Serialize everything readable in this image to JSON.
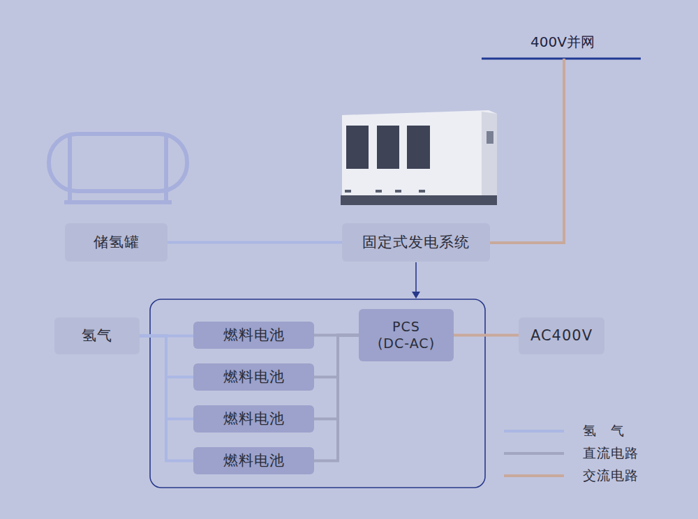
{
  "diagram": {
    "nodes": [
      {
        "text": [
          "储氢罐"
        ]
      },
      {
        "text": [
          "固定式发电系统"
        ]
      },
      {
        "text": [
          "氢气"
        ]
      },
      {
        "text": [
          "燃料电池"
        ]
      },
      {
        "text": [
          "燃料电池"
        ]
      },
      {
        "text": [
          "燃料电池"
        ]
      },
      {
        "text": [
          "燃料电池"
        ]
      },
      {
        "text": [
          "PCS (DC-AC)"
        ]
      },
      {
        "text": [
          "AC400V"
        ]
      }
    ],
    "edges": [
      {
        "from": 0,
        "to": 1,
        "arrow": "none"
      },
      {
        "from": 2,
        "to": 3,
        "arrow": "none"
      },
      {
        "from": 2,
        "to": 4,
        "arrow": "none"
      },
      {
        "from": 2,
        "to": 5,
        "arrow": "none"
      },
      {
        "from": 2,
        "to": 6,
        "arrow": "none"
      },
      {
        "from": 3,
        "to": 7,
        "arrow": "none"
      },
      {
        "from": 4,
        "to": 7,
        "arrow": "none"
      },
      {
        "from": 5,
        "to": 7,
        "arrow": "none"
      },
      {
        "from": 6,
        "to": 7,
        "arrow": "none"
      },
      {
        "from": 7,
        "to": 8,
        "arrow": "none"
      }
    ],
    "labels": [
      "400V并网"
    ],
    "legend": [
      {
        "text": "氢　气"
      },
      {
        "text": "直流电路"
      },
      {
        "text": "交流电路"
      }
    ]
  }
}
